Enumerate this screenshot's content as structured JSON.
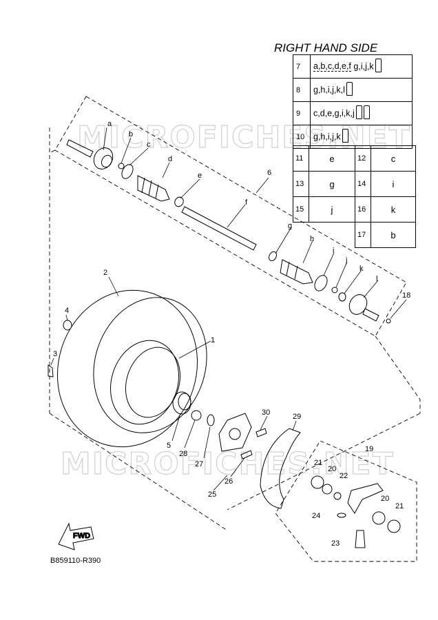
{
  "title": "RIGHT HAND SIDE",
  "watermark": "MICROFICHES.NET",
  "ref_code": "B859110-R390",
  "fwd": "FWD",
  "kits": [
    {
      "num": "7",
      "codes_underlined": "a,b,c,d,e,f",
      "codes_rest": "g,i,j,k",
      "bottles": 1
    },
    {
      "num": "8",
      "codes_underlined": "",
      "codes_rest": "g,h,i,j,k,l",
      "bottles": 1
    },
    {
      "num": "9",
      "codes_underlined": "",
      "codes_rest": "c,d,e,g,i,k,j",
      "bottles": 2
    },
    {
      "num": "10",
      "codes_underlined": "",
      "codes_rest": "g,h,i,j,k",
      "bottles": 1
    }
  ],
  "singles": [
    {
      "left_num": "11",
      "left_val": "e",
      "right_num": "12",
      "right_val": "c"
    },
    {
      "left_num": "13",
      "left_val": "g",
      "right_num": "14",
      "right_val": "i"
    },
    {
      "left_num": "15",
      "left_val": "j",
      "right_num": "16",
      "right_val": "k"
    },
    {
      "left_num": "",
      "left_val": "",
      "right_num": "17",
      "right_val": "b"
    }
  ],
  "labels": {
    "a": "a",
    "b": "b",
    "c": "c",
    "d": "d",
    "e": "e",
    "f": "f",
    "g": "g",
    "h": "h",
    "i": "i",
    "j": "j",
    "k": "k",
    "l": "l",
    "n1": "1",
    "n2": "2",
    "n3": "3",
    "n4": "4",
    "n5": "5",
    "n6": "6",
    "n18": "18",
    "n19": "19",
    "n20a": "20",
    "n20b": "20",
    "n21a": "21",
    "n21b": "21",
    "n22": "22",
    "n23": "23",
    "n24": "24",
    "n25": "25",
    "n26": "26",
    "n27": "27",
    "n28": "28",
    "n29": "29",
    "n30": "30"
  }
}
